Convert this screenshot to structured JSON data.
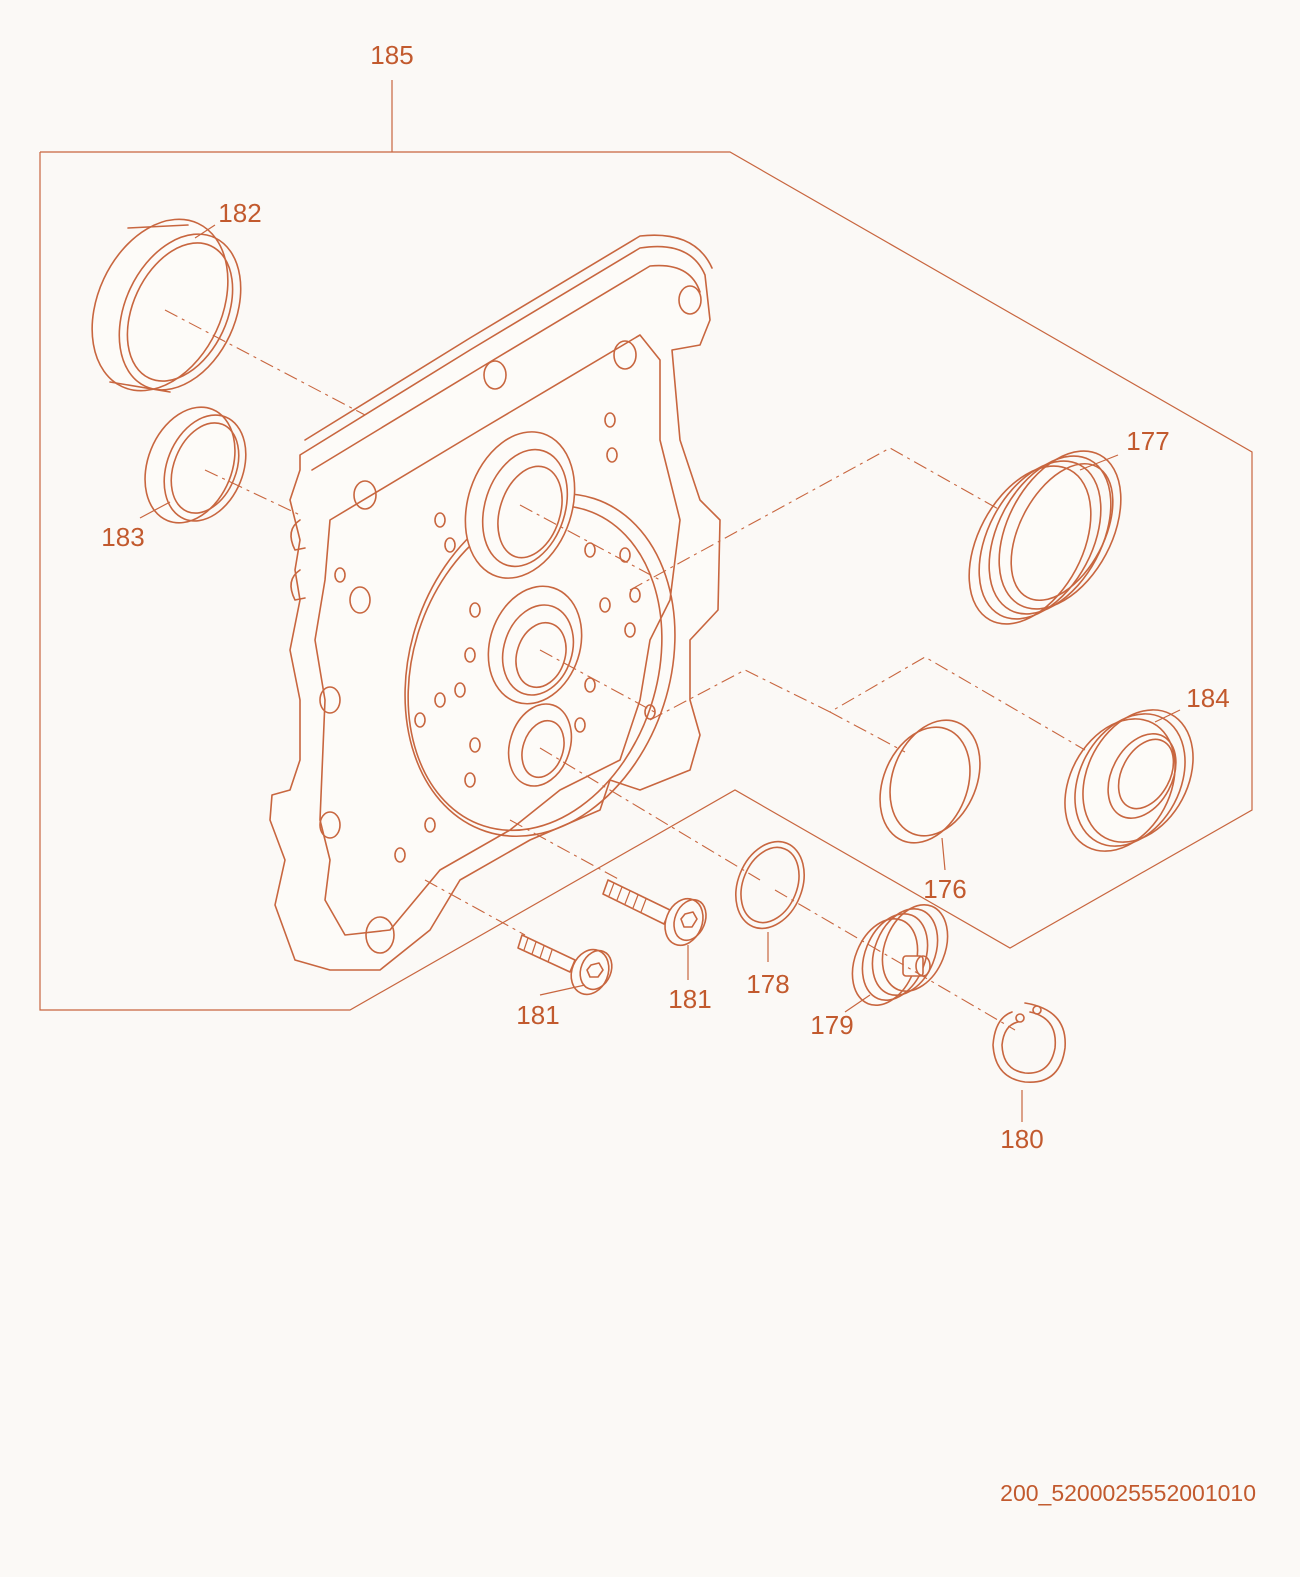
{
  "callouts": {
    "c176": "176",
    "c177": "177",
    "c178": "178",
    "c179": "179",
    "c180": "180",
    "c181a": "181",
    "c181b": "181",
    "c182": "182",
    "c183": "183",
    "c184": "184",
    "c185": "185"
  },
  "drawing_id": "200_5200025552001010",
  "colors": {
    "line": "#c8663f",
    "text": "#c25a2e",
    "background": "#fbf9f6"
  }
}
